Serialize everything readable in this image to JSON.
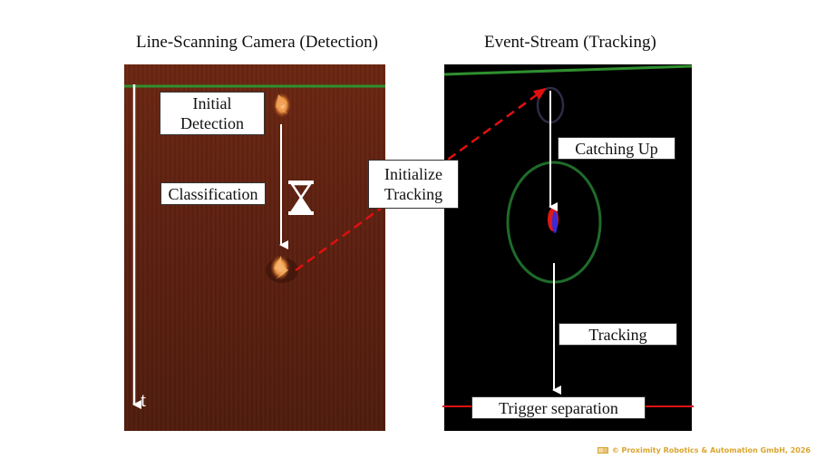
{
  "titles": {
    "left": "Line-Scanning Camera (Detection)",
    "right": "Event-Stream (Tracking)"
  },
  "labels": {
    "initial_detection": "Initial Detection",
    "classification": "Classification",
    "initialize_tracking": "Initialize Tracking",
    "catching_up": "Catching Up",
    "tracking": "Tracking",
    "trigger_separation": "Trigger separation",
    "time_axis": "t"
  },
  "footer": {
    "text": "© Proximity Robotics & Automation GmbH, 2026"
  },
  "colors": {
    "conveyor_brown": "#5c2010",
    "event_background": "#000000",
    "green_line": "#2f8f2f",
    "red_dashed": "#e01010",
    "trigger_line": "#e01010",
    "footer_text": "#d9a52e"
  },
  "icons": {
    "hourglass": "hourglass-icon"
  }
}
